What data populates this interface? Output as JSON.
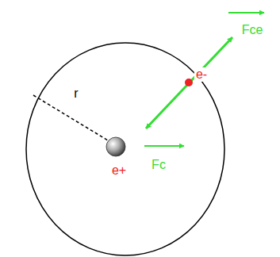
{
  "diagram": {
    "labels": [
      "r",
      "e+",
      "e-",
      "Fce",
      "Fc"
    ]
  }
}
